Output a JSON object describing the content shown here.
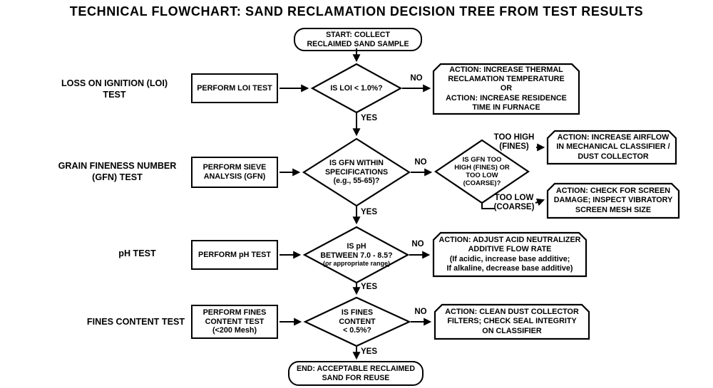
{
  "title": "TECHNICAL FLOWCHART: SAND RECLAMATION DECISION TREE FROM TEST RESULTS",
  "colors": {
    "ink": "#000000",
    "paper": "#ffffff"
  },
  "flowchart": {
    "start": {
      "label": "START: COLLECT\nRECLAIMED SAND SAMPLE"
    },
    "end": {
      "label": "END: ACCEPTABLE RECLAIMED\nSAND FOR REUSE"
    },
    "rows": [
      {
        "test_label": "LOSS ON IGNITION (LOI)\nTEST",
        "process": "PERFORM LOI TEST",
        "decision": "IS LOI < 1.0%?",
        "no_label": "NO",
        "yes_label": "YES",
        "action": "ACTION: INCREASE THERMAL\nRECLAMATION TEMPERATURE\nOR\nACTION: INCREASE RESIDENCE\nTIME IN FURNACE"
      },
      {
        "test_label": "GRAIN FINENESS NUMBER\n(GFN) TEST",
        "process": "PERFORM SIEVE\nANALYSIS (GFN)",
        "decision": "IS GFN WITHIN\nSPECIFICATIONS\n(e.g., 55-65)?",
        "no_label": "NO",
        "yes_label": "YES",
        "sub_decision": "IS GFN TOO\nHIGH (FINES) OR\nTOO LOW\n(COARSE)?",
        "branch_high_label": "TOO HIGH\n(FINES)",
        "branch_low_label": "TOO LOW\n(COARSE)",
        "action_high": "ACTION: INCREASE AIRFLOW\nIN MECHANICAL CLASSIFIER /\nDUST COLLECTOR",
        "action_low": "ACTION: CHECK FOR SCREEN\nDAMAGE; INSPECT VIBRATORY\nSCREEN MESH SIZE"
      },
      {
        "test_label": "pH TEST",
        "process": "PERFORM pH TEST",
        "decision": "IS pH\nBETWEEN 7.0 - 8.5?",
        "decision_note": "(or appropriate range)",
        "no_label": "NO",
        "yes_label": "YES",
        "action": "ACTION: ADJUST ACID NEUTRALIZER\nADDITIVE FLOW RATE\n(If acidic, increase base additive;\nIf alkaline, decrease base additive)"
      },
      {
        "test_label": "FINES CONTENT TEST",
        "process": "PERFORM FINES\nCONTENT TEST\n(<200 Mesh)",
        "decision": "IS FINES\nCONTENT\n< 0.5%?",
        "no_label": "NO",
        "yes_label": "YES",
        "action": "ACTION: CLEAN DUST COLLECTOR\nFILTERS; CHECK SEAL INTEGRITY\nON CLASSIFIER"
      }
    ]
  }
}
